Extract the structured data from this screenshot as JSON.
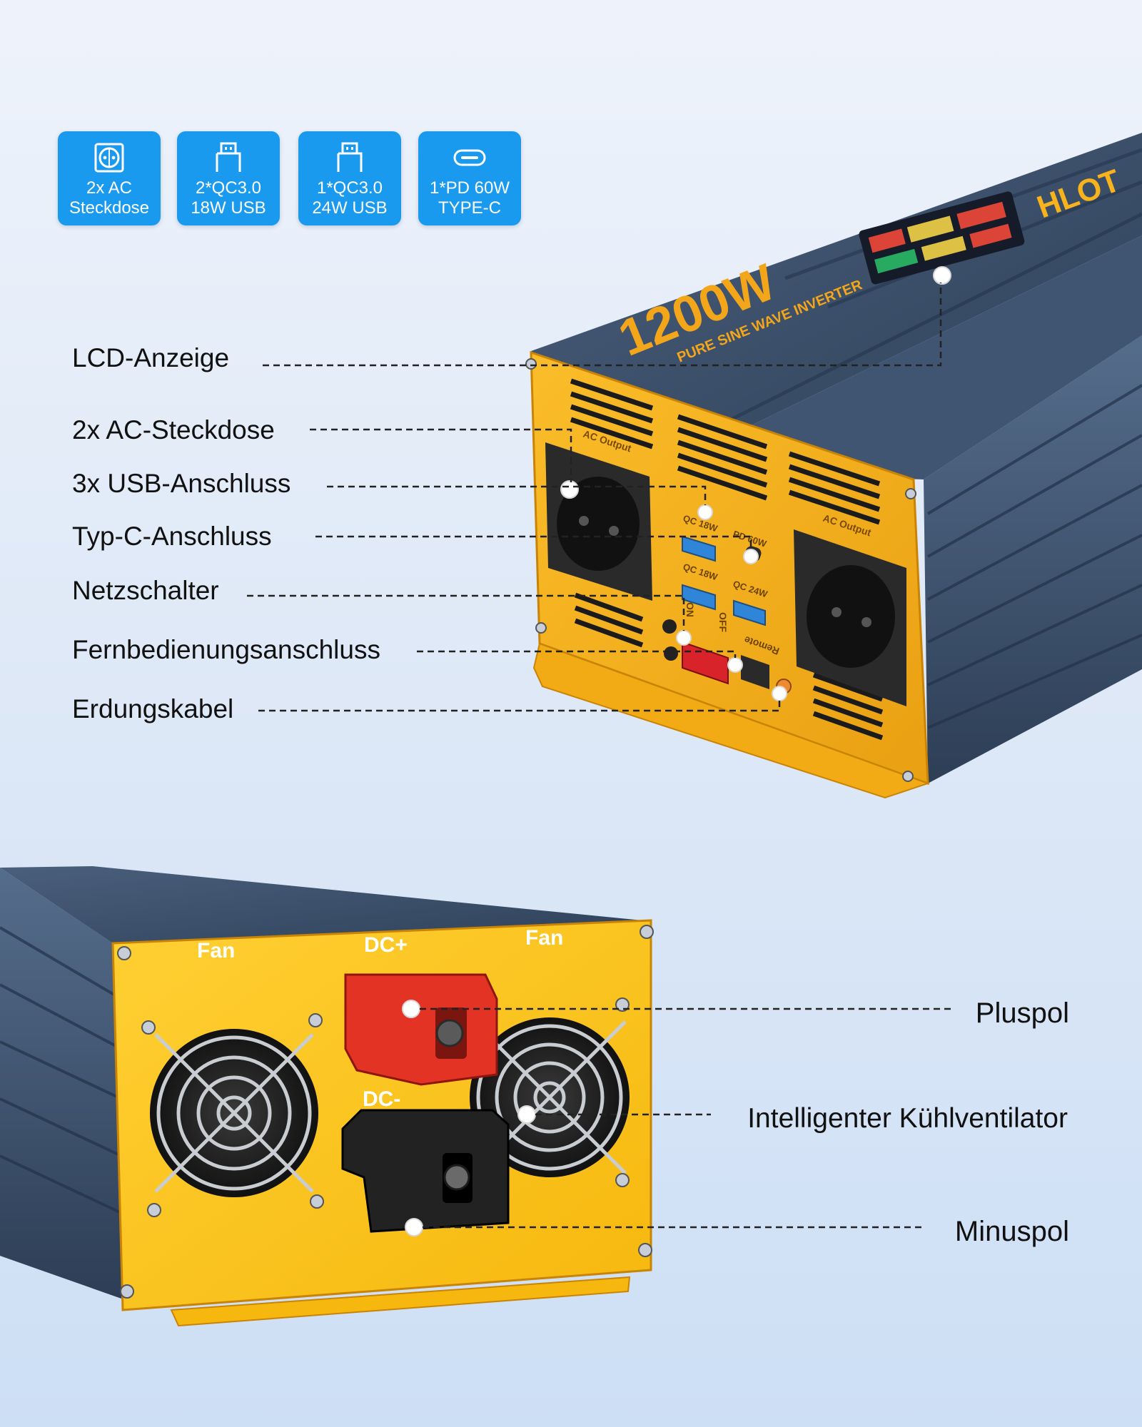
{
  "badges": [
    {
      "icon": "socket-icon",
      "line1": "2x AC",
      "line2": "Steckdose"
    },
    {
      "icon": "usb-a-icon",
      "line1": "2*QC3.0",
      "line2": "18W USB"
    },
    {
      "icon": "usb-a-icon",
      "line1": "1*QC3.0",
      "line2": "24W USB"
    },
    {
      "icon": "usb-c-icon",
      "line1": "1*PD 60W",
      "line2": "TYPE-C"
    }
  ],
  "callouts_front": [
    {
      "name": "lcd-display",
      "label": "LCD-Anzeige"
    },
    {
      "name": "ac-socket",
      "label": "2x AC-Steckdose"
    },
    {
      "name": "usb-port",
      "label": "3x USB-Anschluss"
    },
    {
      "name": "type-c-port",
      "label": "Typ-C-Anschluss"
    },
    {
      "name": "power-switch",
      "label": "Netzschalter"
    },
    {
      "name": "remote-port",
      "label": "Fernbedienungsanschluss"
    },
    {
      "name": "ground-cable",
      "label": "Erdungskabel"
    }
  ],
  "callouts_back": [
    {
      "name": "positive-terminal",
      "label": "Pluspol"
    },
    {
      "name": "cooling-fan",
      "label": "Intelligenter Kühlventilator"
    },
    {
      "name": "negative-terminal",
      "label": "Minuspol"
    }
  ],
  "device_print": {
    "model_power": "1200W",
    "model_desc": "PURE SINE WAVE INVERTER",
    "brand": "HLOT",
    "ac_output": "AC Output",
    "qc18": "QC 18W",
    "qc24": "QC 24W",
    "pd": "PD 60W",
    "on": "ON",
    "off": "OFF",
    "remote": "Remote",
    "fan": "Fan",
    "dc_plus": "DC+",
    "dc_minus": "DC-"
  },
  "colors": {
    "badge_blue": "#1a9aef",
    "panel_yellow": "#f7b21c",
    "back_yellow": "#fcc418",
    "body_navy": "#3a4f6a",
    "terminal_red": "#e23324",
    "terminal_black": "#222222",
    "switch_red": "#d8232a"
  }
}
